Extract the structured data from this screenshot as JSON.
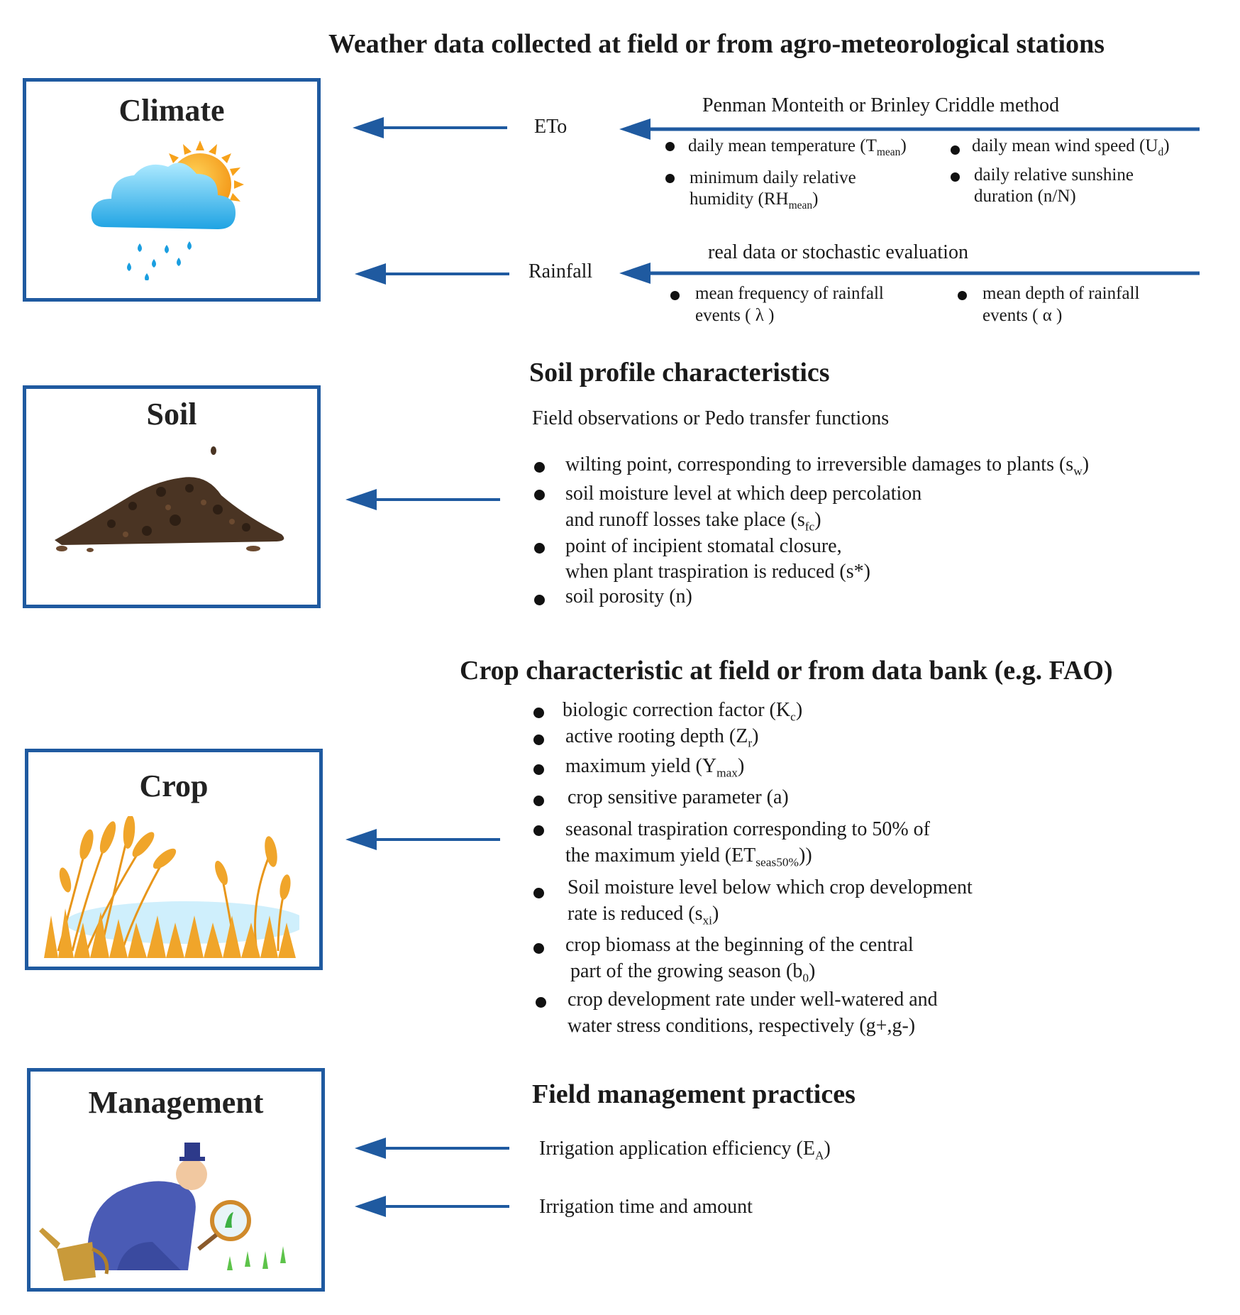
{
  "climate": {
    "box_title": "Climate",
    "heading": "Weather data collected at field or from agro-meteorological stations",
    "eto": {
      "label": "ETo",
      "method": "Penman Monteith or Brinley Criddle method",
      "params": [
        {
          "text": "daily mean temperature (T",
          "sub": "mean",
          "after": ")"
        },
        {
          "text": "daily mean wind speed (U",
          "sub": "d",
          "after": ")"
        },
        {
          "line1": "minimum daily relative",
          "line2": "humidity (RH",
          "sub": "mean",
          "after": ")"
        },
        {
          "line1": "daily relative sunshine",
          "line2": "duration (n/N)"
        }
      ]
    },
    "rainfall": {
      "label": "Rainfall",
      "method": "real data or stochastic evaluation",
      "params": [
        {
          "line1": "mean frequency of rainfall",
          "line2": "events ( λ )"
        },
        {
          "line1": "mean depth of rainfall",
          "line2": "events ( α )"
        }
      ]
    }
  },
  "soil": {
    "box_title": "Soil",
    "heading": "Soil profile characteristics",
    "subheading": "Field observations or Pedo transfer functions",
    "items": [
      {
        "text": "wilting point, corresponding to irreversible damages to plants (s",
        "sub": "w",
        "after": ")"
      },
      {
        "line1": "soil moisture level at which deep percolation",
        "line2": "and runoff losses take place (s",
        "sub": "fc",
        "after": ")"
      },
      {
        "line1": "point of incipient stomatal closure,",
        "line2": "when plant traspiration is reduced (s*)"
      },
      {
        "text": "soil porosity (n)"
      }
    ]
  },
  "crop": {
    "box_title": "Crop",
    "heading": "Crop characteristic at field or from data bank (e.g. FAO)",
    "items": [
      {
        "text": "biologic correction factor (K",
        "sub": "c",
        "after": ")"
      },
      {
        "text": "active rooting depth (Z",
        "sub": "r",
        "after": ")"
      },
      {
        "text": "maximum yield (Y",
        "sub": "max",
        "after": ")"
      },
      {
        "text": "crop sensitive parameter (a)"
      },
      {
        "line1": "seasonal traspiration corresponding to 50% of",
        "line2": "the maximum yield (ET",
        "sub": "seas50%",
        "after": "))"
      },
      {
        "line1": "Soil moisture level below which crop development",
        "line2": "rate is reduced (s",
        "sub": "xi",
        "after": ")"
      },
      {
        "line1": "crop biomass at the beginning of the central",
        "line2": " part of the growing season (b",
        "sub": "0",
        "after": ")"
      },
      {
        "line1": "crop development rate under well-watered and",
        "line2": "water stress conditions, respectively (g+,g-)"
      }
    ]
  },
  "management": {
    "box_title": "Management",
    "heading": "Field management practices",
    "items": [
      {
        "text": "Irrigation application efficiency (E",
        "sub": "A",
        "after": ")"
      },
      {
        "text": "Irrigation time and amount"
      }
    ]
  },
  "colors": {
    "accent": "#1f5aa0",
    "sun": "#f7a21b",
    "cloud": "#4fc3f0",
    "soil": "#4a3423",
    "wheat": "#f0a52a"
  }
}
